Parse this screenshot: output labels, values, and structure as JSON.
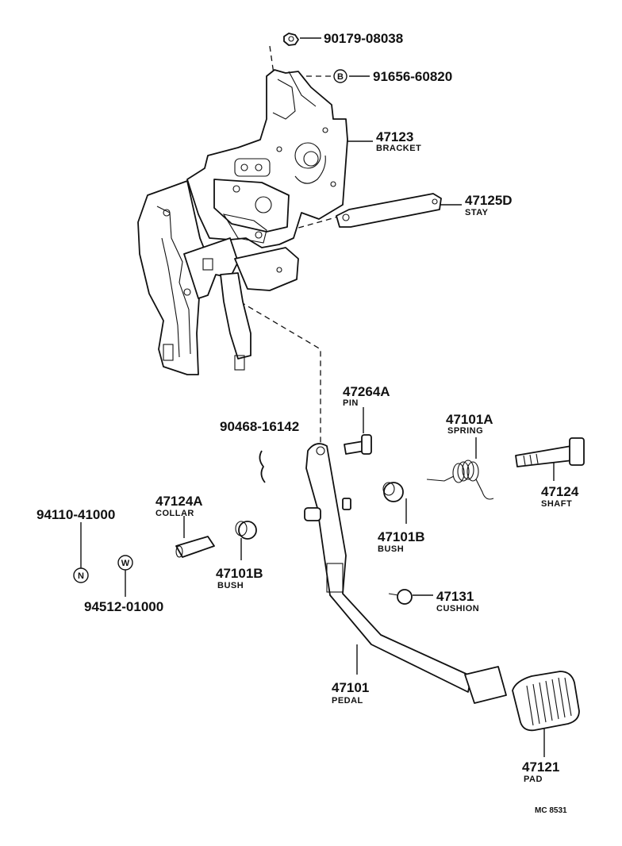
{
  "labels": {
    "nut_top": {
      "number": "90179-08038"
    },
    "bolt_b": {
      "number": "91656-60820",
      "symbol": "B"
    },
    "bracket": {
      "number": "47123",
      "name": "BRACKET"
    },
    "stay": {
      "number": "47125D",
      "name": "STAY"
    },
    "pin": {
      "number": "47264A",
      "name": "PIN"
    },
    "spring": {
      "number": "47101A",
      "name": "SPRING"
    },
    "shaft": {
      "number": "47124",
      "name": "SHAFT"
    },
    "clip": {
      "number": "90468-16142"
    },
    "collar": {
      "number": "47124A",
      "name": "COLLAR"
    },
    "bush_right": {
      "number": "47101B",
      "name": "BUSH"
    },
    "nut_n": {
      "number": "94110-41000",
      "symbol": "N"
    },
    "washer_w": {
      "number": "94512-01000",
      "symbol": "W"
    },
    "bush_left": {
      "number": "47101B",
      "name": "BUSH"
    },
    "cushion": {
      "number": "47131",
      "name": "CUSHION"
    },
    "pedal": {
      "number": "47101",
      "name": "PEDAL"
    },
    "pad": {
      "number": "47121",
      "name": "PAD"
    }
  },
  "diagram_code": "MC 8531"
}
